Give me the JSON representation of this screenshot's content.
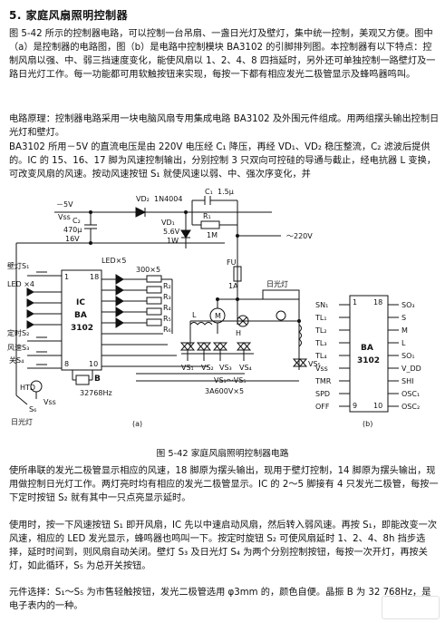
{
  "section_title": "5. 家庭风扇照明控制器",
  "paragraphs": {
    "p1": "图 5-42 所示的控制器电路，可以控制一台吊扇、一盏日光灯及壁灯，集中统一控制，美观又方便。图中（a）是控制器的电路图，图（b）是电路中控制模块 BA3102 的引脚排列图。本控制器有以下特点：控制风扇以强、中、弱三挡速度变化，能使风扇以 1、2、4、8 四挡延时，另外还可单独控制一路壁灯及一路日光灯工作。每一功能都可用软触按钮来实现，每按一下都有相应发光二极管显示及蜂鸣器鸣叫。",
    "p2": "电路原理：控制器电路采用一块电脑风扇专用集成电路 BA3102 及外围元件组成。用两组摆头输出控制日光灯和壁灯。",
    "p3": "BA3102 所用－5V 的直流电压是由 220V 电压经 C₁ 降压，再经 VD₁、VD₂ 稳压整流，C₂ 滤波后提供的。IC 的 15、16、17 脚为风速控制输出，分别控制 3 只双向可控硅的导通与截止，经电抗器 L 变换，可改变风扇的风速。按动风速按钮 S₁ 就使风速以弱、中、强次序变化，并",
    "p4": "使所串联的发光二极管显示相应的风速，18 脚原为摆头输出，现用于壁灯控制，14 脚原为摆头输出，现用做控制日光灯工作。两灯亮时均有相应的发光二极管显示。IC 的 2～5 脚接有 4 只发光二极管，每按一下定时按钮 S₂ 就有其中一只点亮显示延时。",
    "p5": "使用时，按一下风速按钮 S₁ 即开风扇，IC 先以中速启动风扇，然后转入弱风速。再按 S₁，即能改变一次风速，相应的 LED 发光显示，蜂鸣器也鸣叫一下。按定时旋钮 S₂ 可使风扇延时 1、2、4、8h 挡步选择，延时时间到，则风扇自动关闭。壁灯 S₃ 及日光灯 S₄ 为两个分别控制按钮，每按一次开灯，再按关灯，如此循环，S₅ 为总开关按钮。",
    "p6": "元件选择：S₁～S₅ 为市售轻触按钮，发光二极管选用 φ3mm 的，颜色自便。晶振 B 为 32 768Hz，是电子表内的一种。"
  },
  "caption": "图 5-42    家庭风扇照明控制器电路",
  "diagram": {
    "neg5v": "－5V",
    "vss": "Vss",
    "vd2": "VD₂",
    "in4004": "1N4004",
    "vd1": "VD₁",
    "vd1_spec1": "5.6V",
    "vd1_spec2": "1W",
    "c1": "C₁",
    "c1_spec": "1.5μ",
    "r1": "R₁",
    "r1_spec": "1M",
    "c2": "C₂",
    "c2_spec1": "470μ",
    "c2_spec2": "16V",
    "ac": "～220V",
    "led5": "LED×5",
    "r_spec": "300×5",
    "r2": "R₂",
    "r3": "R₃",
    "r4": "R₄",
    "r5": "R₅",
    "r6": "R₆",
    "wall_lamp": "壁灯S₁",
    "led4": "LED ×4",
    "timer": "定时S₂",
    "wind": "风速S₃",
    "off": "关S₄",
    "ic1": "IC",
    "ic2": "BA",
    "ic3": "3102",
    "pin1": "1",
    "pin18": "18",
    "pin8": "8",
    "pin10": "10",
    "crystal": "B",
    "crystal_spec": "32768Hz",
    "htd": "HTD",
    "htd_vss": "Vss",
    "s6": "S₆",
    "fluor": "日光灯",
    "fu": "FU",
    "fu_spec": "1A",
    "fluor2": "日光灯",
    "motor": "M",
    "l": "L",
    "h": "H",
    "vs1": "VS₁",
    "vs2": "VS₂",
    "vs3": "VS₃",
    "vs4": "VS₄",
    "vs5": "VS₅",
    "vs_range": "VS₁～VS₅",
    "vs_spec": "3A600V×5",
    "a_label": "(a)",
    "b_label": "(b)",
    "chip_b": "BA",
    "chip_b2": "3102",
    "b_pin1": "1",
    "b_pin18": "18",
    "b_pin9": "9",
    "b_pin10": "10",
    "b_left": [
      "SN₁",
      "TL₁",
      "TL₂",
      "TL₃",
      "TL₄",
      "Vss",
      "TMR",
      "SPD",
      "OFF"
    ],
    "b_right": [
      "SO₃",
      "S",
      "M",
      "L",
      "SO₁",
      "V_DD",
      "SHI",
      "OSC₁",
      "OSC₂"
    ]
  }
}
